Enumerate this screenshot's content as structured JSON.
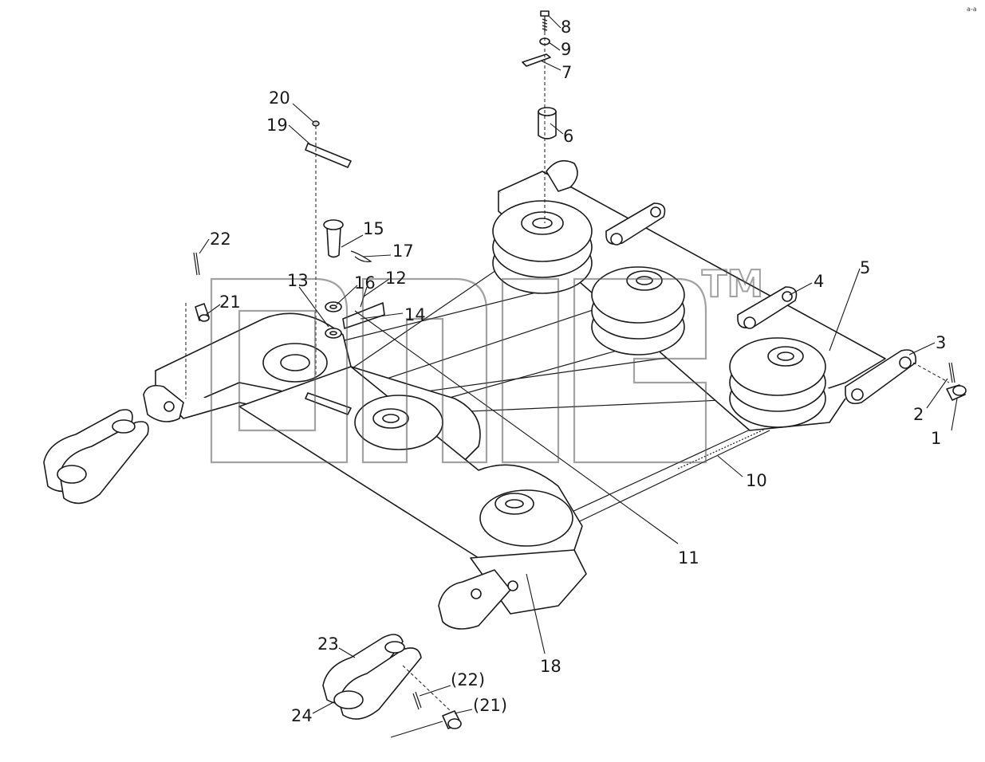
{
  "diagram": {
    "callouts": [
      "1",
      "2",
      "3",
      "4",
      "5",
      "6",
      "7",
      "8",
      "9",
      "10",
      "11",
      "12",
      "13",
      "14",
      "15",
      "16",
      "17",
      "18",
      "19",
      "20",
      "21",
      "22",
      "23",
      "24",
      "(22)",
      "(21)"
    ]
  },
  "watermark": {
    "trademark": "TM"
  },
  "corner_mark": "a-a"
}
